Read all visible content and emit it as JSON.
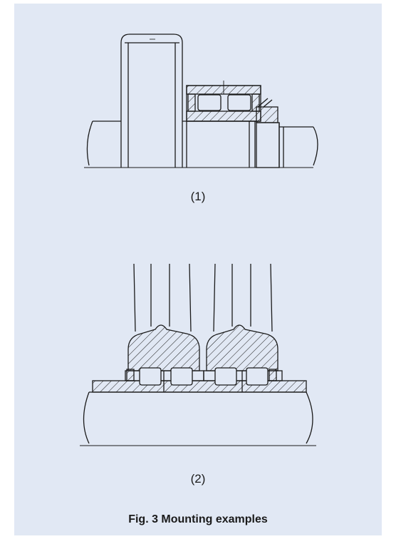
{
  "figure": {
    "caption": "Fig. 3  Mounting examples",
    "panels": [
      {
        "id": "1",
        "label": "(1)",
        "description": "Bearing mounted on shaft with wheel/gear and shoulder"
      },
      {
        "id": "2",
        "label": "(2)",
        "description": "Two bearings with housings mounted on shaft"
      }
    ]
  },
  "colors": {
    "background_panel": "#e1e8f4",
    "line": "#1a1a1a"
  }
}
